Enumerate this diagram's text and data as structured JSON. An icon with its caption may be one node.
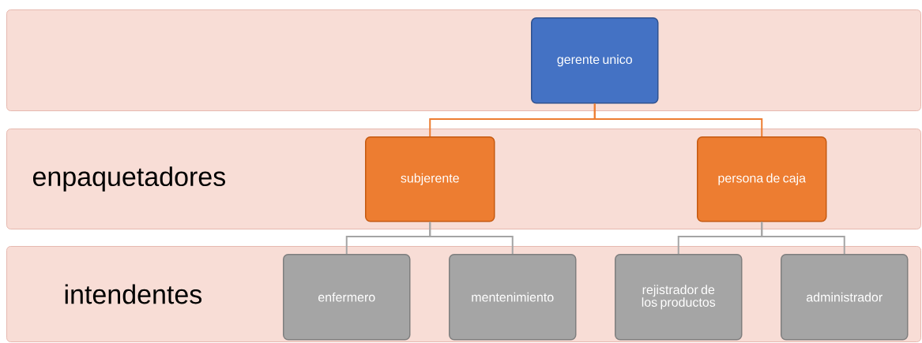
{
  "diagram": {
    "nodes": [
      {
        "text": [],
        "shape": "box"
      },
      {
        "text": [
          "gerente unico"
        ],
        "in": 0
      },
      {
        "text": [
          "enpaquetadores"
        ]
      },
      {
        "text": [
          "subjerente"
        ],
        "in": 2
      },
      {
        "text": [
          "persona de caja"
        ],
        "in": 2
      },
      {
        "text": [
          "intendentes"
        ]
      },
      {
        "text": [
          "enfermero"
        ],
        "in": 5
      },
      {
        "text": [
          "mentenimiento"
        ],
        "in": 5
      },
      {
        "text": [
          "rejistrador de los productos"
        ],
        "in": 5
      },
      {
        "text": [
          "administrador"
        ],
        "in": 5
      }
    ],
    "edges": [
      {
        "from": 1,
        "to": 3,
        "arrow": "none",
        "color": "#ed7d31"
      },
      {
        "from": 1,
        "to": 4,
        "arrow": "none",
        "color": "#ed7d31"
      },
      {
        "from": 3,
        "to": 6,
        "arrow": "none"
      },
      {
        "from": 3,
        "to": 7,
        "arrow": "none"
      },
      {
        "from": 4,
        "to": 8,
        "arrow": "none"
      },
      {
        "from": 4,
        "to": 9,
        "arrow": "none"
      }
    ]
  }
}
